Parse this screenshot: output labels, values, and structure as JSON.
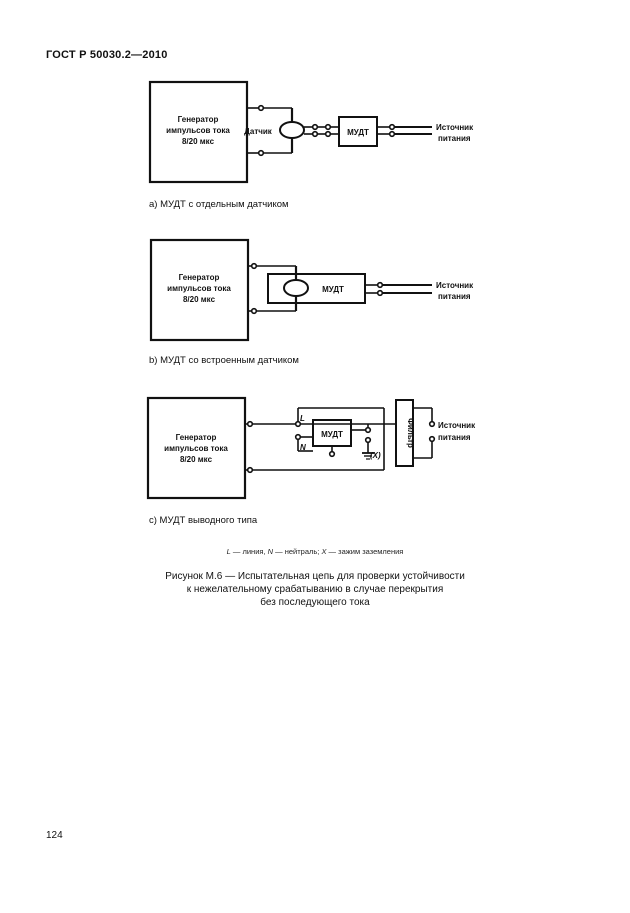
{
  "header": "ГОСТ Р 50030.2—2010",
  "figure_a": {
    "generator": [
      "Генератор",
      "импульсов тока",
      "8/20 мкс"
    ],
    "sensor": "Датчик",
    "device": "МУДТ",
    "source": [
      "Источник",
      "питания"
    ],
    "caption": "а) МУДТ с отдельным датчиком"
  },
  "figure_b": {
    "generator": [
      "Генератор",
      "импульсов тока",
      "8/20 мкс"
    ],
    "device": "МУДТ",
    "source": [
      "Источник",
      "питания"
    ],
    "caption": "b) МУДТ со встроенным датчиком"
  },
  "figure_c": {
    "generator": [
      "Генератор",
      "импульсов тока",
      "8/20 мкс"
    ],
    "device": "МУДТ",
    "filter": "Фильтр",
    "terminal_l": "L",
    "terminal_n": "N",
    "terminal_x": "(X)",
    "source": [
      "Источник",
      "питания"
    ],
    "caption": "с) МУДТ выводного типа"
  },
  "legend": {
    "l_sym": "L",
    "l_text": " — линия, ",
    "n_sym": "N",
    "n_text": " — нейтраль; ",
    "x_sym": "X",
    "x_text": " — зажим заземления"
  },
  "figure_title": [
    "Рисунок М.6 — Испытательная цепь для проверки устойчивости",
    "к нежелательному срабатыванию в случае перекрытия",
    "без последующего тока"
  ],
  "page_number": "124"
}
